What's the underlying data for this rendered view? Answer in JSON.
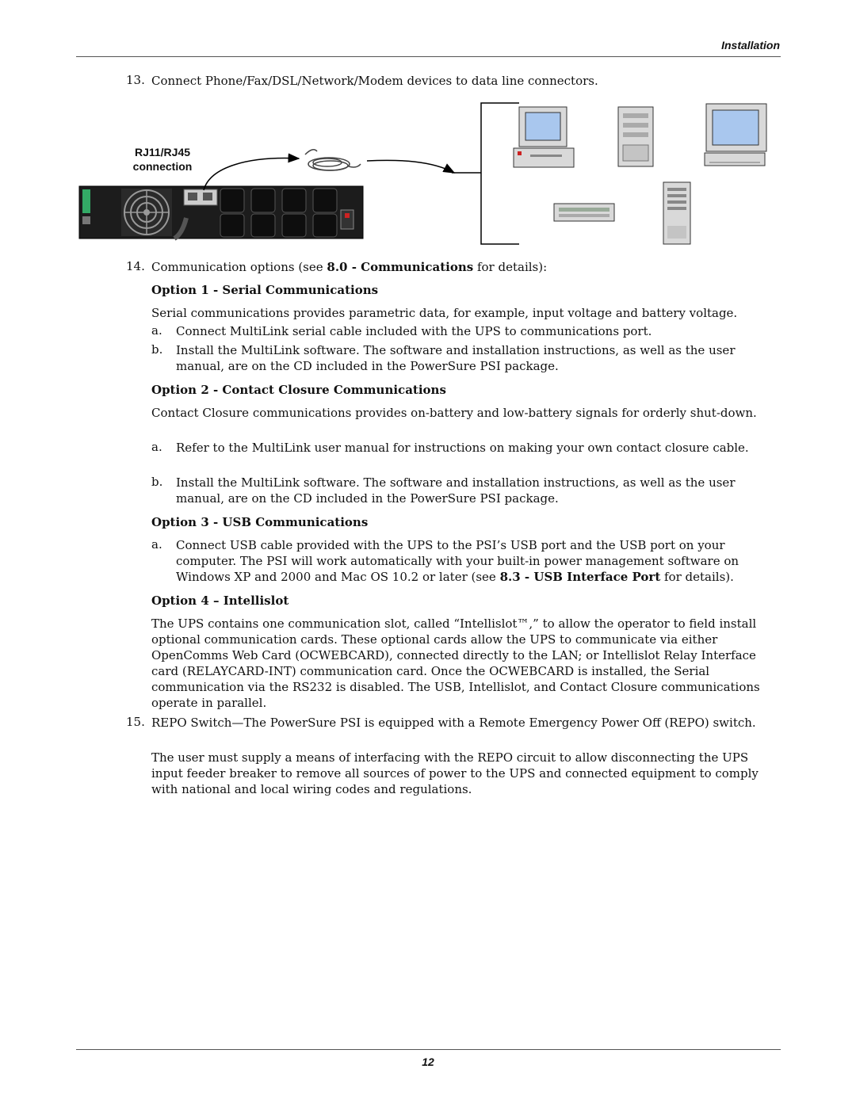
{
  "header": {
    "section_title": "Installation"
  },
  "step13": {
    "number": "13.",
    "text": "Connect Phone/Fax/DSL/Network/Modem devices to data line connectors."
  },
  "figure": {
    "label_line1": "RJ11/RJ45",
    "label_line2": "connection"
  },
  "step14": {
    "number": "14.",
    "text_before": "Communication options (see ",
    "text_bold": "8.0 - Communications",
    "text_after": " for details):"
  },
  "option1": {
    "heading": "Option 1 - Serial Communications",
    "intro": "Serial communications provides parametric data, for example, input voltage and battery voltage.",
    "items": [
      {
        "letter": "a.",
        "text": "Connect MultiLink serial cable included with the UPS to communications port."
      },
      {
        "letter": "b.",
        "text": "Install the MultiLink software. The software and installation instructions, as well as the user manual, are on the CD included in the PowerSure PSI package."
      }
    ]
  },
  "option2": {
    "heading": "Option 2 - Contact Closure Communications",
    "intro": "Contact Closure communications provides on-battery and low-battery signals for orderly shut-down.",
    "items": [
      {
        "letter": "a.",
        "text": "Refer to the MultiLink user manual for instructions on making your own contact closure cable."
      },
      {
        "letter": "b.",
        "text": "Install the MultiLink software. The software and installation instructions, as well as the user manual, are on the CD included in the PowerSure PSI package."
      }
    ]
  },
  "option3": {
    "heading": "Option 3 - USB Communications",
    "item_letter": "a.",
    "item_text_before": "Connect USB cable provided with the UPS to the PSI’s USB port and the USB port on your computer. The PSI will work automatically with your built-in power management software on Windows XP and 2000 and Mac OS 10.2 or later (see ",
    "item_text_bold": "8.3 - USB Interface Port",
    "item_text_after": " for details)."
  },
  "option4": {
    "heading": "Option 4 – Intellislot",
    "body": "The UPS contains one communication slot, called “Intellislot™,” to allow the operator to field install optional communication cards. These optional cards allow the UPS to communicate via either OpenComms Web Card (OCWEBCARD), connected directly to the LAN; or Intellislot Relay Interface card (RELAYCARD-INT) communication card. Once the OCWEBCARD is installed, the Serial communication via the RS232 is disabled. The USB, Intellislot, and Contact Closure communications operate in parallel."
  },
  "step15": {
    "number": "15.",
    "text": "REPO Switch—The PowerSure PSI is equipped with a Remote Emergency Power Off (REPO) switch.",
    "note": "The user must supply a means of interfacing with the REPO circuit to allow disconnecting the UPS input feeder breaker to remove all sources of power to the UPS and connected equipment to comply with national and local wiring codes and regulations."
  },
  "footer": {
    "page_number": "12"
  }
}
